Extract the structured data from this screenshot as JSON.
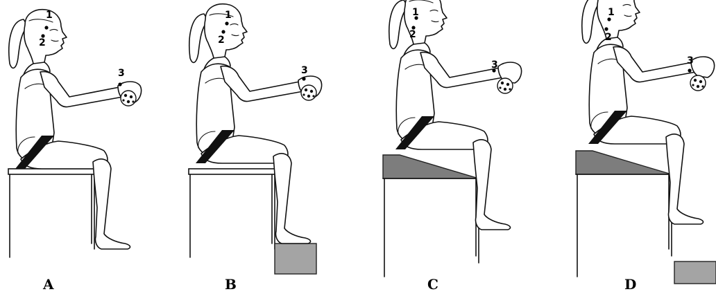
{
  "figure": {
    "panels": [
      {
        "letter": "A",
        "seat": "flat",
        "footrest": false
      },
      {
        "letter": "B",
        "seat": "flat",
        "footrest": true
      },
      {
        "letter": "C",
        "seat": "wedge",
        "footrest": false
      },
      {
        "letter": "D",
        "seat": "wedge",
        "footrest": true
      }
    ],
    "point_labels": [
      "1",
      "2",
      "3"
    ]
  },
  "colors": {
    "wedge": "#7d7d7d",
    "footrest": "#a4a4a4",
    "strap": "#111111"
  }
}
